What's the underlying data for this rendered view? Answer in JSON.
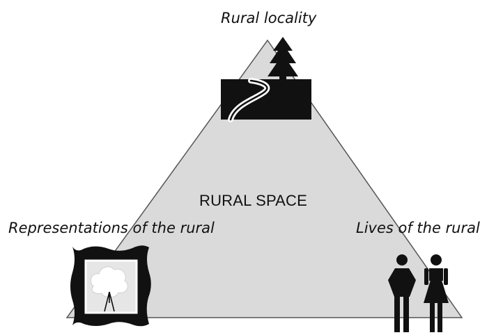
{
  "diagram": {
    "center_label": "RURAL SPACE",
    "vertices": {
      "top": {
        "label": "Rural locality",
        "icon": "forest-road-icon"
      },
      "left": {
        "label": "Representations of the rural",
        "icon": "framed-tree-picture-icon"
      },
      "right": {
        "label": "Lives of the rural",
        "icon": "man-woman-icon"
      }
    },
    "colors": {
      "triangle_fill": "#dadada",
      "triangle_stroke": "#555555",
      "icon": "#111111"
    }
  }
}
